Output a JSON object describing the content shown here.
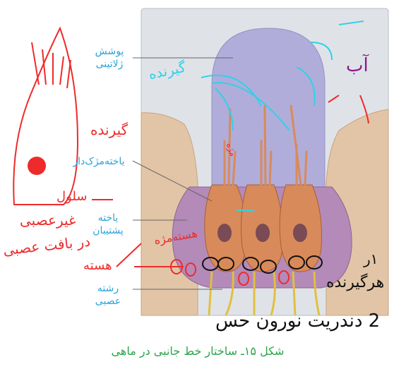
{
  "labels": {
    "cupula_line1": "پوشش",
    "cupula_line2": "ژلاتینی",
    "hair_cell": "یاخته‌مژک‌دار",
    "support_line1": "یاخته",
    "support_line2": "پشتیبان",
    "nerve_line1": "رشته",
    "nerve_line2": "عصبی"
  },
  "caption": "شکل ۱۵ـ ساختار خط جانبی در ماهی",
  "annotations": {
    "water": "آب",
    "receptor_cyan": "گیرنده",
    "receptor_red": "گیرنده",
    "cell": "سلول",
    "non_neural": "غیرعصبی",
    "in_nerve": "در بافت عصبی",
    "nucleus_left": "هسته",
    "nucleus_red": "هسته‌مژه",
    "rays": "مژه",
    "right_note_1": "۱ر",
    "right_note_2": "هرگیرنده",
    "right_note_3": "2 دندریت نورون حس"
  },
  "colors": {
    "labels": "#29a3d8",
    "caption": "#2aa64a",
    "ink_red": "#ee2b2b",
    "ink_cyan": "#33d0e8",
    "ink_black": "#111111",
    "ink_purple": "#8a1a8c"
  }
}
